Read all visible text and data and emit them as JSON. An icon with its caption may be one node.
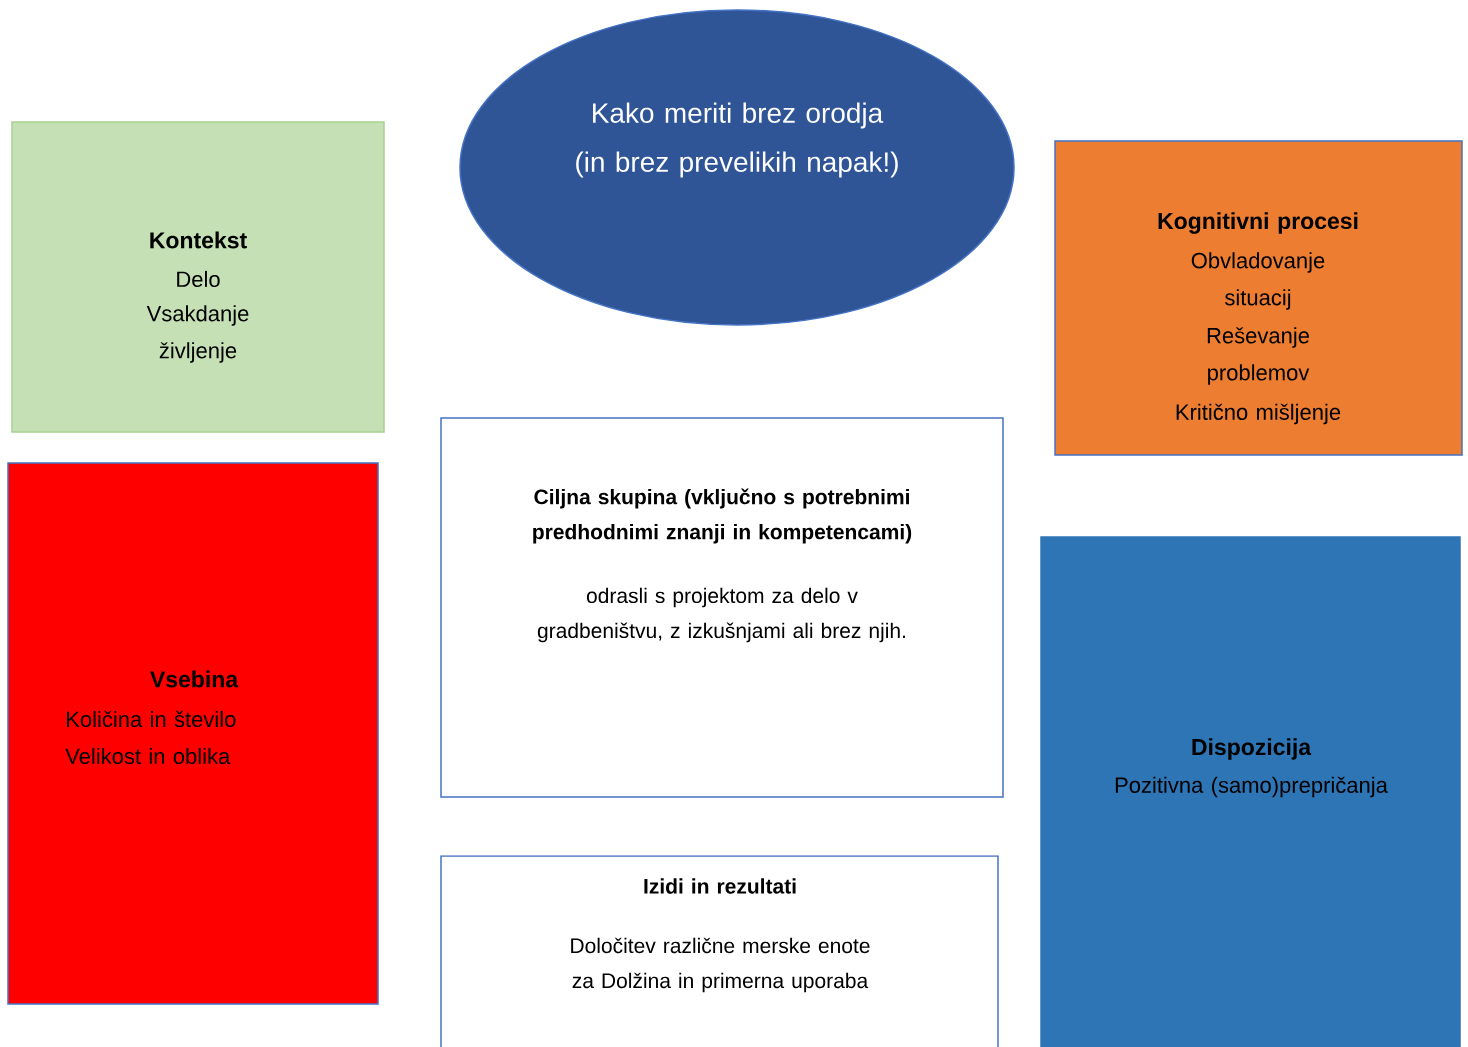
{
  "diagram": {
    "nodes": [
      {
        "text": [
          "Kako meriti brez orodja (in brez prevelikih napak!)"
        ]
      },
      {
        "text": [
          "Kontekst",
          "Delo",
          "Vsakdanje življenje"
        ]
      },
      {
        "text": [
          "Kognitivni procesi",
          "Obvladovanje situacij",
          "Reševanje problemov",
          "Kritično mišljenje"
        ]
      },
      {
        "text": [
          "Vsebina",
          "Količina in število",
          "Velikost in oblika"
        ]
      },
      {
        "text": [
          "Ciljna skupina (vključno s potrebnimi predhodnimi znanji in kompetencami)",
          "odrasli s projektom za delo v gradbeništvu, z izkušnjami ali brez njih."
        ]
      },
      {
        "text": [
          "Dispozicija",
          "Pozitivna (samo)prepričanja"
        ]
      },
      {
        "text": [
          "Izidi in rezultati",
          "Določitev različne merske enote za Dolžina in primerna uporaba"
        ]
      }
    ]
  }
}
